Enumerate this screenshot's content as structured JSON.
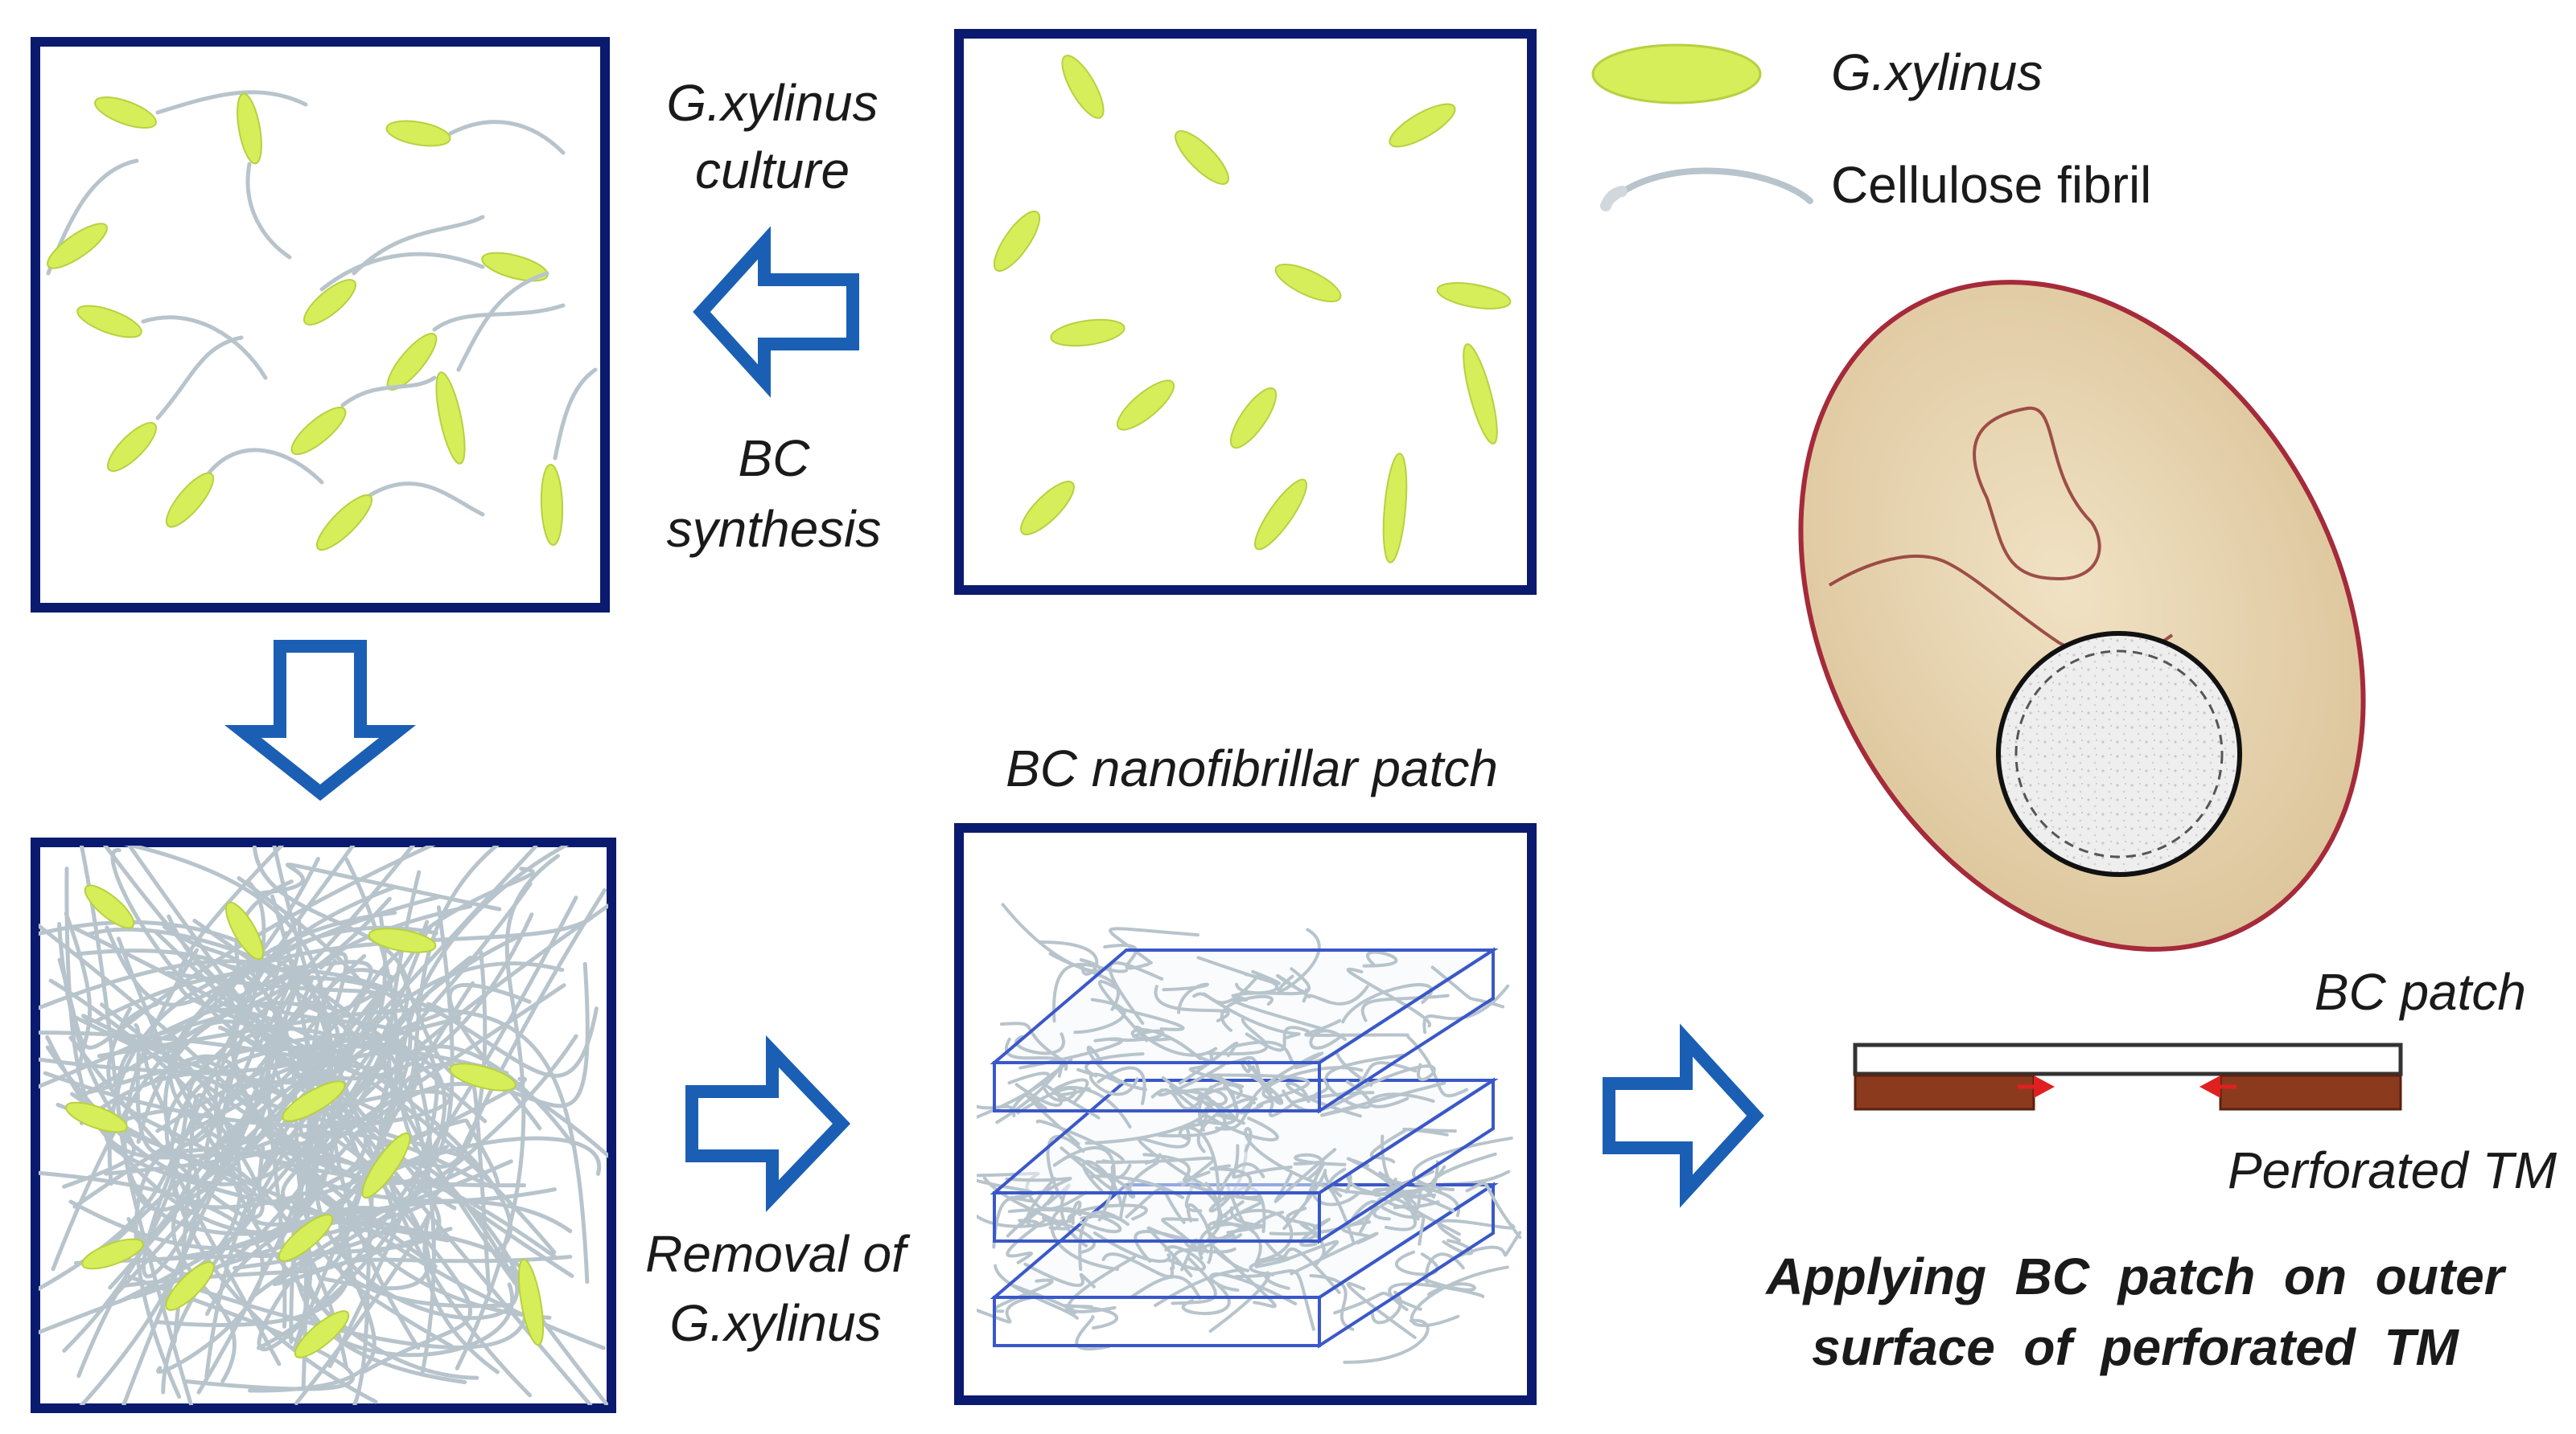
{
  "labels": {
    "culture": [
      "G.xylinus",
      "culture"
    ],
    "synthesis": [
      "BC",
      "synthesis"
    ],
    "removal": [
      "Removal of",
      "G.xylinus"
    ],
    "patch_title": "BC nanofibrillar patch",
    "bc_patch": "BC patch",
    "perforated_tm": "Perforated TM",
    "applying": [
      "Applying  BC  patch  on  outer",
      "surface  of  perforated  TM"
    ]
  },
  "legend": {
    "items": [
      {
        "label": "G.xylinus",
        "icon": "bacterium-icon"
      },
      {
        "label": "Cellulose fibril",
        "icon": "fibril-icon"
      }
    ]
  },
  "colors": {
    "box_border": "#0a1a6e",
    "arrow": "#1a5fb4",
    "bacterium_fill": "#d6ee5a",
    "fibril": "#b8c4cc",
    "eardrum_fill": "#e8d6b4",
    "eardrum_border": "#a52a3a",
    "tm_layer": "#8b3a1e",
    "marker": "#e02020",
    "patch_outline": "#3a58c8"
  }
}
